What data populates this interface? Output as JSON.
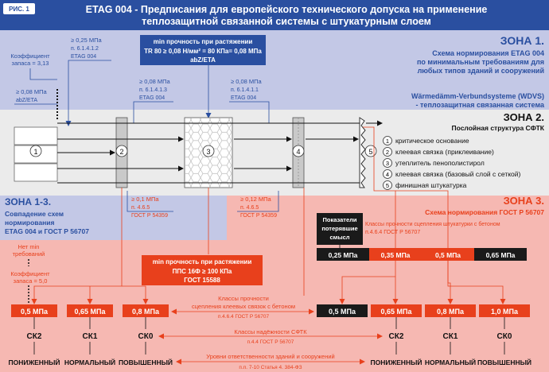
{
  "header": {
    "badge": "РИС. 1",
    "title_line1": "ETAG 004 - Предписания для европейского технического допуска на применение",
    "title_line2": "теплозащитной связанной системы с штукатурным слоем"
  },
  "zone1": {
    "title": "ЗОНА 1.",
    "desc": [
      "Схема нормирования ETAG 004",
      "по минимальным требованиям для",
      "любых типов зданий и сооружений"
    ],
    "wdvs": [
      "Wärmedämm-Verbundsysteme (WDVS)",
      "- теплозащитная связанная система"
    ]
  },
  "zone2": {
    "title": "ЗОНА 2.",
    "subtitle": "Послойная структура СФТК",
    "legend": [
      {
        "num": "1",
        "text": "критическое основание"
      },
      {
        "num": "2",
        "text": "клеевая связка (приклеивание)"
      },
      {
        "num": "3",
        "text": "утеплитель пенополистирол"
      },
      {
        "num": "4",
        "text": "клеевая связка (базовый слой с сеткой)"
      },
      {
        "num": "5",
        "text": "финишная штукатурка"
      }
    ]
  },
  "zone13": {
    "title": "ЗОНА 1-3.",
    "desc": [
      "Совпадение схем",
      "нормирования",
      "ETAG 004 и ГОСТ Р 56707"
    ]
  },
  "zone3": {
    "title": "ЗОНА 3.",
    "subtitle": "Схема нормирования ГОСТ Р 56707"
  },
  "top_annotations": {
    "coef": [
      "Коэффициент",
      "запаса = 3,13"
    ],
    "left_08": [
      "≥ 0,08 МПа",
      "abZ/ETA"
    ],
    "top_025": [
      "≥ 0,25 МПа",
      "п. 6.1.4.1.2",
      "ETAG 004"
    ],
    "mid_08": [
      "≥ 0,08 МПа",
      "п. 6.1.4.1.3",
      "ETAG 004"
    ],
    "right_08": [
      "≥ 0,08 МПа",
      "п. 6.1.4.1.1",
      "ETAG 004"
    ],
    "box": [
      "min прочность при растяжении",
      "TR 80 ≥ 0,08 Н/мм² = 80 КПа= 0,08 МПа",
      "abZ/ETA"
    ]
  },
  "layer_numbers": [
    "1",
    "2",
    "3",
    "4",
    "5"
  ],
  "bottom_annotations": {
    "left_01": [
      "≥ 0,1 МПа",
      "п. 4.6.5",
      "ГОСТ Р 54359"
    ],
    "right_012": [
      "≥ 0,12 МПа",
      "п. 4.6.5",
      "ГОСТ Р 54359"
    ],
    "no_min": [
      "Нет min",
      "требований"
    ],
    "coef5": [
      "Коэффициент",
      "запаса = 5,0"
    ],
    "box": [
      "min прочность при растяжении",
      "ППС 16Ф ≥ 100 КПа",
      "ГОСТ 15588"
    ],
    "indicators": [
      "Показатели",
      "потерявшие",
      "смысл"
    ],
    "plaster_classes": [
      "Классы прочности сцепления штукатурки с бетоном",
      "п.4.6.4 ГОСТ Р 56707"
    ],
    "adhesive_classes": [
      "Классы прочности",
      "сцепления клеевых связок с бетоном",
      "п.4.6.4 ГОСТ Р 56707"
    ],
    "reliability": [
      "Классы надёжности СФТК",
      "п.4.4 ГОСТ Р 56707"
    ],
    "responsibility": [
      "Уровни ответственности зданий и сооружений",
      "п.п. 7-10 Статья 4. 384-ФЗ"
    ]
  },
  "plaster_values": [
    "0,25 МПа",
    "0,35 МПа",
    "0,5 МПа",
    "0,65 МПа"
  ],
  "left_values": [
    "0,5 МПа",
    "0,65 МПа",
    "0,8 МПа"
  ],
  "right_values": [
    "0,5 МПа",
    "0,65 МПа",
    "0,8 МПа",
    "1,0 МПа"
  ],
  "left_classes": [
    "СК2",
    "СК1",
    "СК0"
  ],
  "right_classes": [
    "СК2",
    "СК1",
    "СК0"
  ],
  "left_levels": [
    "ПОНИЖЕННЫЙ",
    "НОРМАЛЬНЫЙ",
    "ПОВЫШЕННЫЙ"
  ],
  "right_levels": [
    "ПОНИЖЕННЫЙ",
    "НОРМАЛЬНЫЙ",
    "ПОВЫШЕННЫЙ"
  ],
  "colors": {
    "red": "#e8401c",
    "blue": "#2a4fa0",
    "zone1": "#c3c8e6",
    "zone2": "#ebebeb",
    "zone3": "#f6b8b2",
    "dark": "#1a1a1a"
  }
}
